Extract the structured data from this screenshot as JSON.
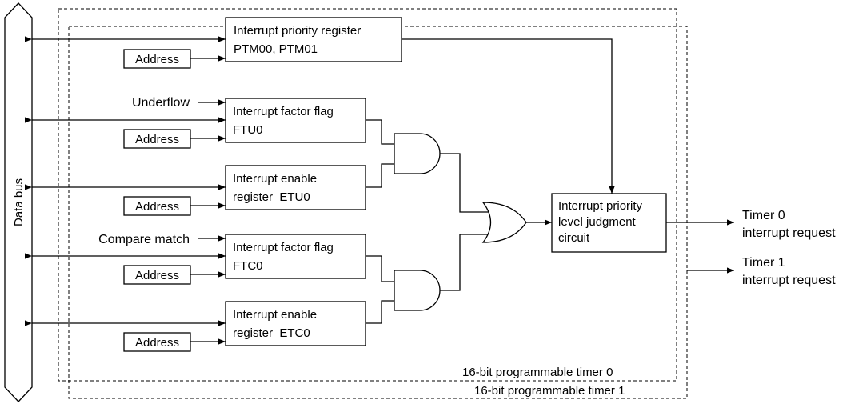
{
  "data_bus": {
    "label": "Data bus"
  },
  "priority_register": {
    "line1": "Interrupt priority register",
    "line2": "PTM00, PTM01"
  },
  "address_label": "Address",
  "underflow_label": "Underflow",
  "compare_match_label": "Compare match",
  "factor_flag_underflow": {
    "line1": "Interrupt factor flag",
    "line2": "FTU0"
  },
  "enable_register_underflow": {
    "line1": "Interrupt enable",
    "line2": "register  ETU0"
  },
  "factor_flag_compare": {
    "line1": "Interrupt factor flag",
    "line2": "FTC0"
  },
  "enable_register_compare": {
    "line1": "Interrupt enable",
    "line2": "register  ETC0"
  },
  "judgment_circuit": {
    "line1": "Interrupt priority",
    "line2": "level judgment",
    "line3": "circuit"
  },
  "outputs": {
    "timer0": {
      "line1": "Timer 0",
      "line2": "interrupt request"
    },
    "timer1": {
      "line1": "Timer 1",
      "line2": "interrupt request"
    }
  },
  "regions": {
    "timer0": "16-bit programmable timer 0",
    "timer1": "16-bit programmable timer 1"
  }
}
